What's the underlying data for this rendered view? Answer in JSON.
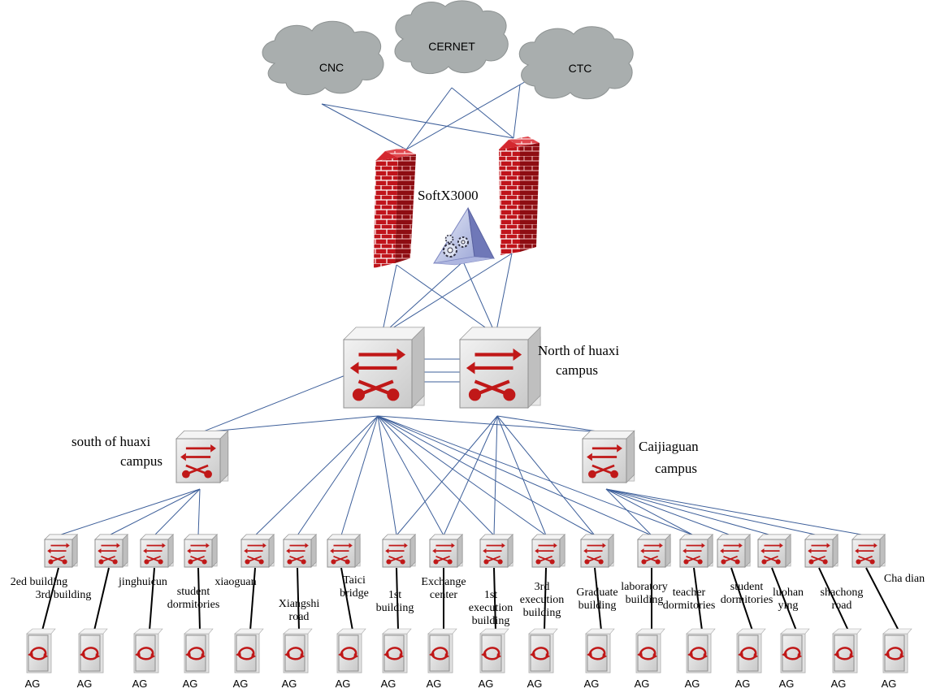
{
  "clouds": [
    {
      "id": "cnc",
      "label": "CNC"
    },
    {
      "id": "cernet",
      "label": "CERNET"
    },
    {
      "id": "ctc",
      "label": "CTC"
    }
  ],
  "softswitch": {
    "label": "SoftX3000",
    "icon": "softswitch-gear-icon"
  },
  "firewalls": [
    {
      "id": "firewall-left",
      "icon": "firewall-icon"
    },
    {
      "id": "firewall-right",
      "icon": "firewall-icon"
    }
  ],
  "core": {
    "north_label": [
      "North of huaxi",
      "campus"
    ]
  },
  "distribution": {
    "south_label": [
      "south of huaxi",
      "campus"
    ],
    "caijiaguan_label": [
      "Caijiaguan",
      "campus"
    ]
  },
  "access": [
    {
      "label": [
        "2ed building"
      ]
    },
    {
      "label": [
        "3rd building"
      ]
    },
    {
      "label": [
        "jinghuicun"
      ]
    },
    {
      "label": [
        "student",
        "dormitories"
      ]
    },
    {
      "label": [
        "xiaoguan"
      ]
    },
    {
      "label": [
        "Xiangshi",
        "road"
      ]
    },
    {
      "label": [
        "Taici",
        "bridge"
      ]
    },
    {
      "label": [
        "1st",
        "building"
      ]
    },
    {
      "label": [
        "Exchange",
        "center"
      ]
    },
    {
      "label": [
        "1st",
        "execution",
        "building"
      ]
    },
    {
      "label": [
        "3rd",
        "execution",
        "building"
      ]
    },
    {
      "label": [
        "Graduate",
        "building"
      ]
    },
    {
      "label": [
        "laboratory",
        "building"
      ]
    },
    {
      "label": [
        "teacher",
        "dormitories"
      ]
    },
    {
      "label": [
        "student",
        "dormitories"
      ]
    },
    {
      "label": [
        "luohan",
        "ying"
      ]
    },
    {
      "label": [
        "shachong",
        "road"
      ]
    },
    {
      "label": [
        "Cha dian"
      ]
    }
  ],
  "gateway_label": "AG",
  "colors": {
    "link": "#3d5f9a",
    "cloud": "#a9aeae",
    "firewall": "#c0141b",
    "switch_arrow": "#c01818"
  }
}
